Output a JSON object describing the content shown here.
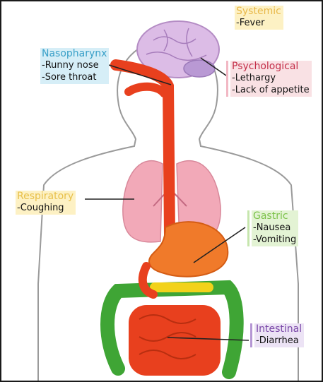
{
  "labels": {
    "systemic": {
      "title": "Systemic",
      "items": [
        "-Fever"
      ],
      "color": "#e8b84a"
    },
    "nasopharynx": {
      "title": "Nasopharynx",
      "items": [
        "-Runny nose",
        "-Sore throat"
      ],
      "color": "#3aa0c8"
    },
    "psychological": {
      "title": "Psychological",
      "items": [
        "-Lethargy",
        "-Lack of appetite"
      ],
      "color": "#c4304a"
    },
    "respiratory": {
      "title": "Respiratory",
      "items": [
        "-Coughing"
      ],
      "color": "#e8c04a"
    },
    "gastric": {
      "title": "Gastric",
      "items": [
        "-Nausea",
        "-Vomiting"
      ],
      "color": "#7cc24a"
    },
    "intestinal": {
      "title": "Intestinal",
      "items": [
        "-Diarrhea"
      ],
      "color": "#7a48a8"
    }
  },
  "colors": {
    "body_outline": "#9a9a9a",
    "digestive_tract": "#e8401e",
    "lungs": "#f2a9b8",
    "brain": "#d9b7e3",
    "large_intestine": "#3fa535",
    "stomach": "#f07a2a",
    "pancreas": "#f2d21b"
  }
}
